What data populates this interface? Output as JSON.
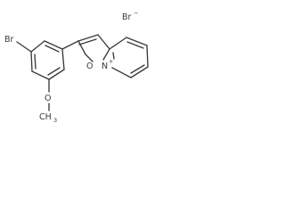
{
  "molecule": {
    "counterion": {
      "symbol": "Br",
      "charge": "−"
    },
    "substituent_br": {
      "symbol": "Br"
    },
    "methoxy": {
      "oxygen": "O",
      "methyl": "CH",
      "methyl_sub": "3"
    },
    "ring_oxygen": {
      "symbol": "O"
    },
    "ring_nitrogen": {
      "symbol": "N",
      "charge": "+"
    }
  }
}
